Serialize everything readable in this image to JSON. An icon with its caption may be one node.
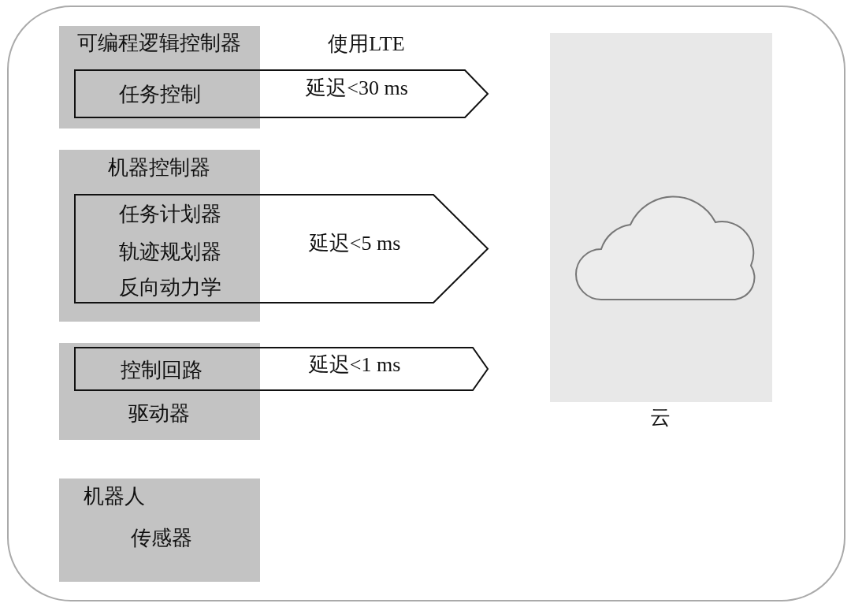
{
  "diagram": {
    "nodes": [
      {
        "text": [
          "可编程逻辑控制器"
        ]
      },
      {
        "text": [
          "任务控制",
          "延迟<30 ms"
        ],
        "beside": [
          "使用LTE"
        ]
      },
      {
        "text": [
          "机器控制器",
          "任务计划器",
          "轨迹规划器",
          "反向动力学"
        ]
      },
      {
        "text": [
          "延迟<5 ms"
        ]
      },
      {
        "text": [
          "驱动器"
        ]
      },
      {
        "text": [
          "控制回路",
          "延迟<1 ms"
        ]
      },
      {
        "text": [
          "机器人",
          "传感器"
        ]
      },
      {
        "text": [
          "云"
        ]
      },
      {
        "text": [],
        "shape": "cloud",
        "in": 7
      }
    ]
  }
}
